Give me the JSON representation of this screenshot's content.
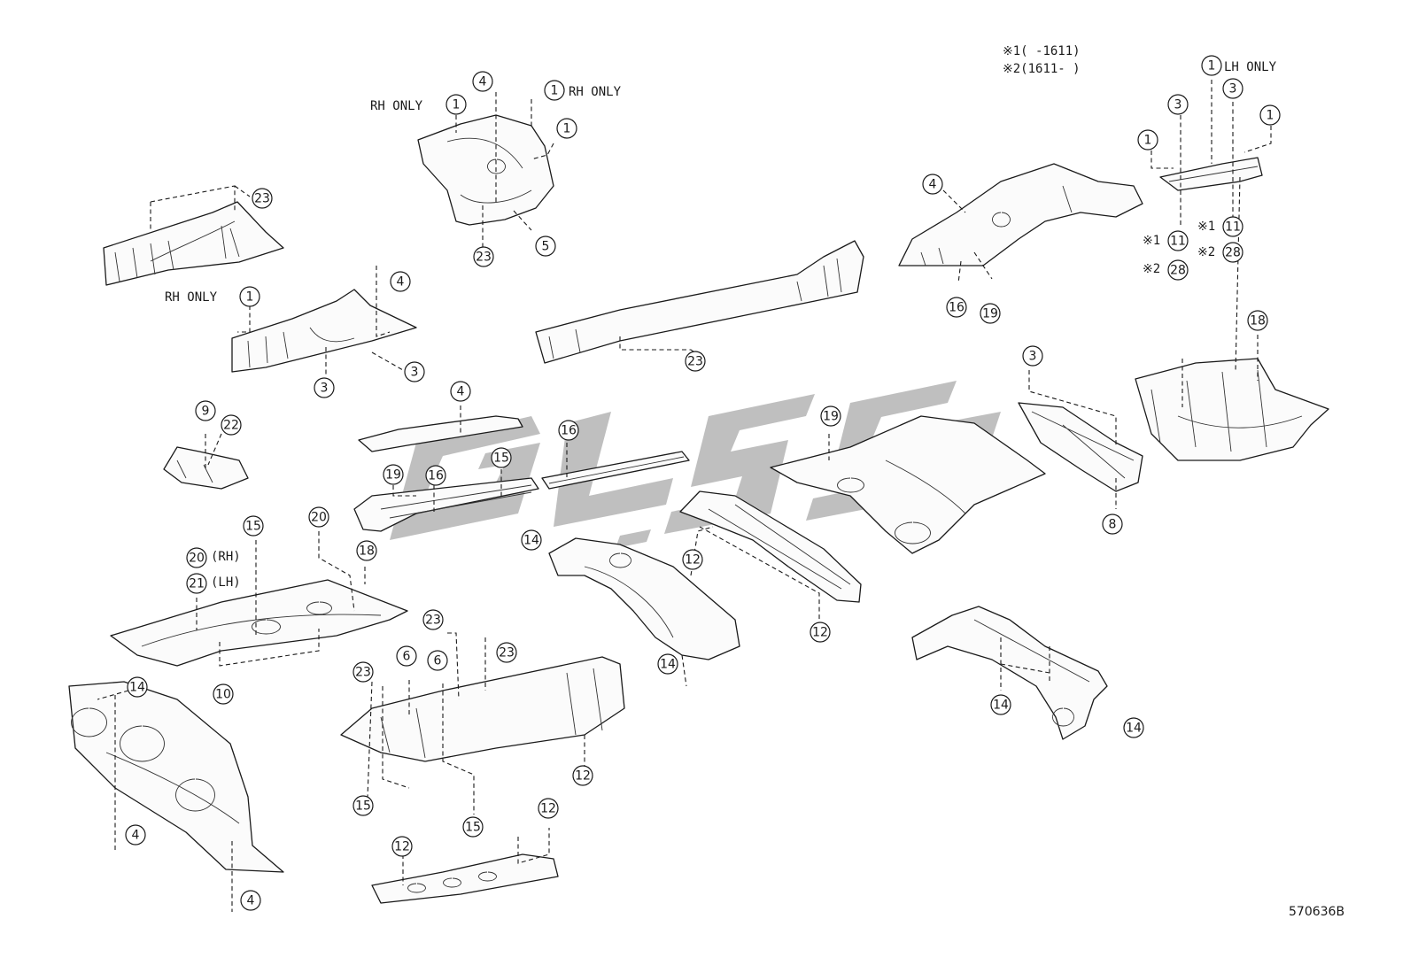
{
  "notes": [
    {
      "id": "note-1",
      "text": "※1(     -1611)"
    },
    {
      "id": "note-2",
      "text": "※2(1611-     )"
    }
  ],
  "qualifiers": {
    "rh_only": "RH ONLY",
    "lh_only": "LH ONLY",
    "rh": "(RH)",
    "lh": "(LH)",
    "m1": "※1",
    "m2": "※2"
  },
  "callouts": [
    "1",
    "3",
    "4",
    "5",
    "6",
    "8",
    "9",
    "10",
    "11",
    "12",
    "14",
    "15",
    "16",
    "18",
    "19",
    "20",
    "21",
    "22",
    "23",
    "28"
  ],
  "figure_id": "570636B",
  "watermark": {
    "color": "#8a8a8a"
  }
}
